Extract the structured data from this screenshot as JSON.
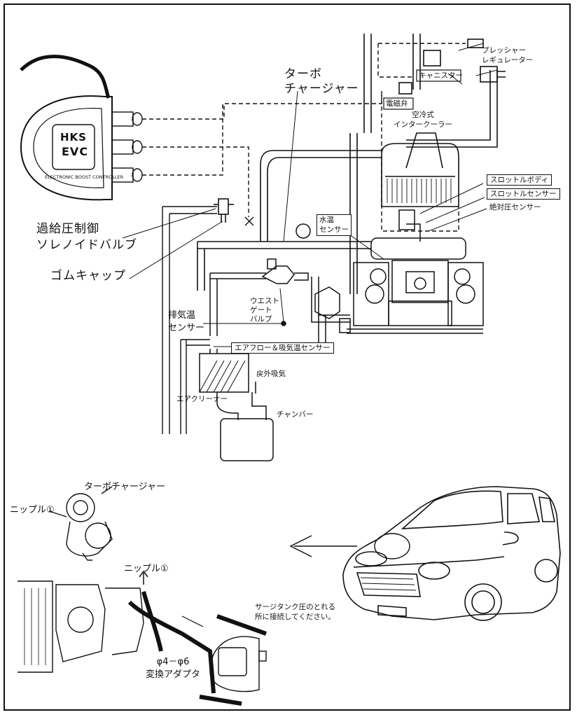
{
  "labels": {
    "turbocharger": "ターボ\nチャージャー",
    "pressure_regulator": "プレッシャー\nレギュレーター",
    "canister": "キャニスター",
    "solenoid_valve": "電磁弁",
    "air_cooled_intercooler": "空冷式\nインタークーラー",
    "throttle_body": "スロットルボディ",
    "throttle_sensor": "スロットルセンサー",
    "absolute_pressure_sensor": "絶対圧センサー",
    "boost_solenoid_valve": "過給圧制御\nソレノイドバルブ",
    "rubber_cap": "ゴムキャップ",
    "water_temp_sensor": "水温\nセンサー",
    "wastegate_valve": "ウエスト\nゲート\nバルブ",
    "exhaust_temp_sensor": "排気温\nセンサー",
    "airflow_sensor": "エアフロー＆吸気温センサー",
    "outside_air_intake": "戻外吸気",
    "air_cleaner": "エアクリーナー",
    "chamber": "チャンバー",
    "turbocharger_detail": "ターボチャージャー",
    "nipple_1_a": "ニップル①",
    "nipple_1_b": "ニップル①",
    "surge_tank_note": "サージタンク圧のとれる\n所に接続してください。",
    "adapter": "φ4－φ6\n変換アダプタ"
  },
  "controller": {
    "brand": "HKS",
    "model": "EVC",
    "subtitle": "ELECTRONIC BOOST CONTROLLER"
  },
  "colors": {
    "line": "#111111",
    "background": "#ffffff"
  }
}
